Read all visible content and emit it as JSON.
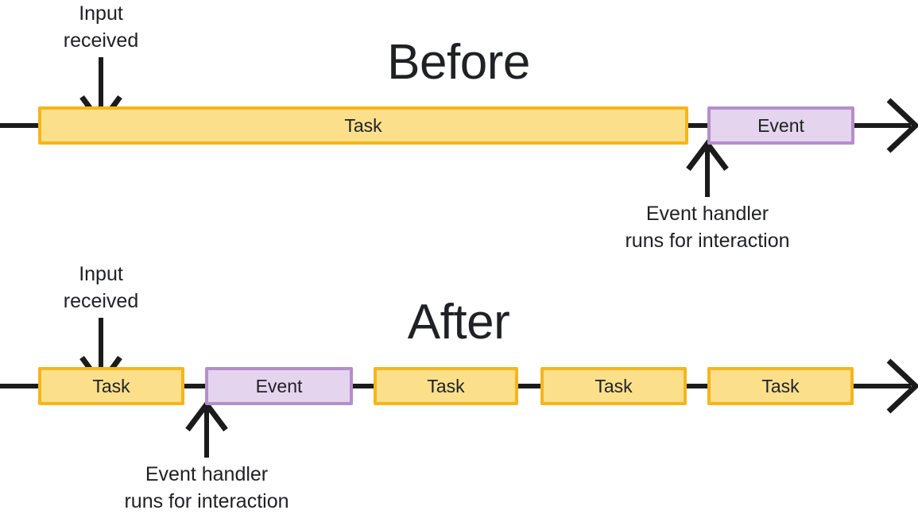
{
  "diagram": {
    "title": "Before and After task timeline",
    "colors": {
      "task_fill": "#FBDF8B",
      "task_border": "#F4B61C",
      "event_fill": "#E5D4ED",
      "event_border": "#B48FCB",
      "line": "#1b1b1b",
      "text": "#202124",
      "background": "#ffffff"
    },
    "sections": [
      {
        "id": "before",
        "heading": "Before",
        "blocks": [
          {
            "type": "task",
            "label": "Task"
          },
          {
            "type": "event",
            "label": "Event"
          }
        ],
        "annotations": [
          {
            "id": "input-received",
            "text": "Input\nreceived",
            "direction": "down"
          },
          {
            "id": "event-handler",
            "text": "Event handler\nruns for interaction",
            "direction": "up"
          }
        ]
      },
      {
        "id": "after",
        "heading": "After",
        "blocks": [
          {
            "type": "task",
            "label": "Task"
          },
          {
            "type": "event",
            "label": "Event"
          },
          {
            "type": "task",
            "label": "Task"
          },
          {
            "type": "task",
            "label": "Task"
          },
          {
            "type": "task",
            "label": "Task"
          }
        ],
        "annotations": [
          {
            "id": "input-received",
            "text": "Input\nreceived",
            "direction": "down"
          },
          {
            "id": "event-handler",
            "text": "Event handler\nruns for interaction",
            "direction": "up"
          }
        ]
      }
    ]
  }
}
